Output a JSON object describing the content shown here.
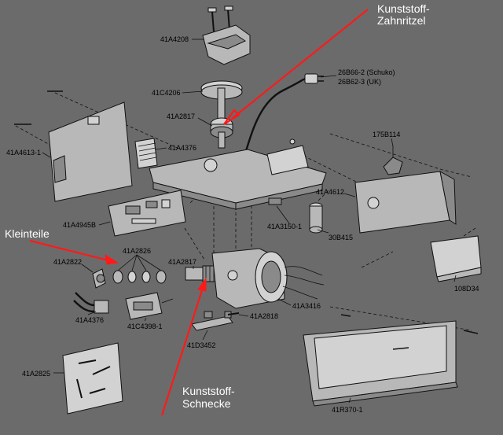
{
  "colors": {
    "background": "#6b6b6b",
    "arrow": "#ff1a1a",
    "annotation_text": "#ffffff"
  },
  "annotations": {
    "zahnritzel_line1": "Kunststoff-",
    "zahnritzel_line2": "Zahnritzel",
    "kleinteile": "Kleinteile",
    "schnecke_line1": "Kunststoff-",
    "schnecke_line2": "Schnecke"
  },
  "labels": {
    "p41A4208": "41A4208",
    "p41C4206": "41C4206",
    "p41A2817_top": "41A2817",
    "p26B66": "26B66-2 (Schuko)",
    "p26B62": "26B62-3 (UK)",
    "p41A4613": "41A4613-1",
    "p41A4376_top": "41A4376",
    "p175B114": "175B114",
    "p41A4612": "41A4612",
    "p41A4945B": "41A4945B",
    "p41A3150": "41A3150-1",
    "p30B415": "30B415",
    "p41A2826": "41A2826",
    "p41A2822": "41A2822",
    "p41A2817_mid": "41A2817",
    "p108D34": "108D34",
    "p41A3416": "41A3416",
    "p41A4376_bottom": "41A4376",
    "p41C4398": "41C4398-1",
    "p41A2818": "41A2818",
    "p41D3452": "41D3452",
    "p41A2825": "41A2825",
    "p41R370": "41R370-1"
  }
}
